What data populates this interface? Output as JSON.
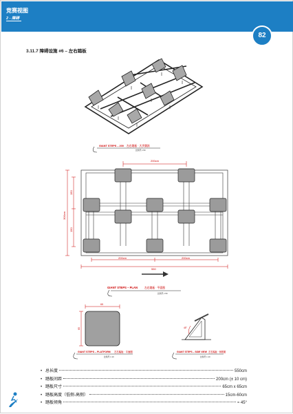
{
  "header": {
    "title": "竞赛视图",
    "subtitle": "2 - 障碍",
    "page_number": "82",
    "accent_color": "#1d7fc4"
  },
  "section_title": "3.11.7  障碍设施 #6 – 左右踏板",
  "drawings": {
    "iso_caption": "GIANT STEPS – 200",
    "iso_caption_cn": "左右踏板 · 大步跳跃",
    "iso_sub": "比例尺 1:50",
    "plan": {
      "dim_top": "200cm",
      "dim_left_total": "300cm",
      "dim_left_a": "150",
      "dim_left_b": "150",
      "dim_bottom_a": "200cm",
      "dim_bottom_b": "200cm",
      "dim_total": "550",
      "caption": "GIANT STEPS  – PLAN",
      "caption_cn": "左右踏板 · 平面图",
      "caption_sub": "比例尺 1:50"
    },
    "platform": {
      "dim_w": "65",
      "dim_h": "65",
      "caption": "GIANT STEPS  – PLATFORM",
      "caption_cn": "左右踏板 · 平面图",
      "caption_sub": "比例尺 1:10"
    },
    "side": {
      "angle": "45°",
      "caption": "GIANT STEPS – SIDE VIEW",
      "caption_cn": "左右踏板 · 侧视图",
      "caption_sub": "比例尺 1:10"
    }
  },
  "specs": [
    {
      "label": "总长度",
      "value": "550cm"
    },
    {
      "label": "踏板间距",
      "value": "200cm (± 10 cm)"
    },
    {
      "label": "踏板尺寸",
      "value": "65cm x 65cm"
    },
    {
      "label": "踏板高度（低侧-高侧）",
      "value": "15cm-60cm"
    },
    {
      "label": "踏板倾角",
      "value": "≈ 45°"
    }
  ]
}
